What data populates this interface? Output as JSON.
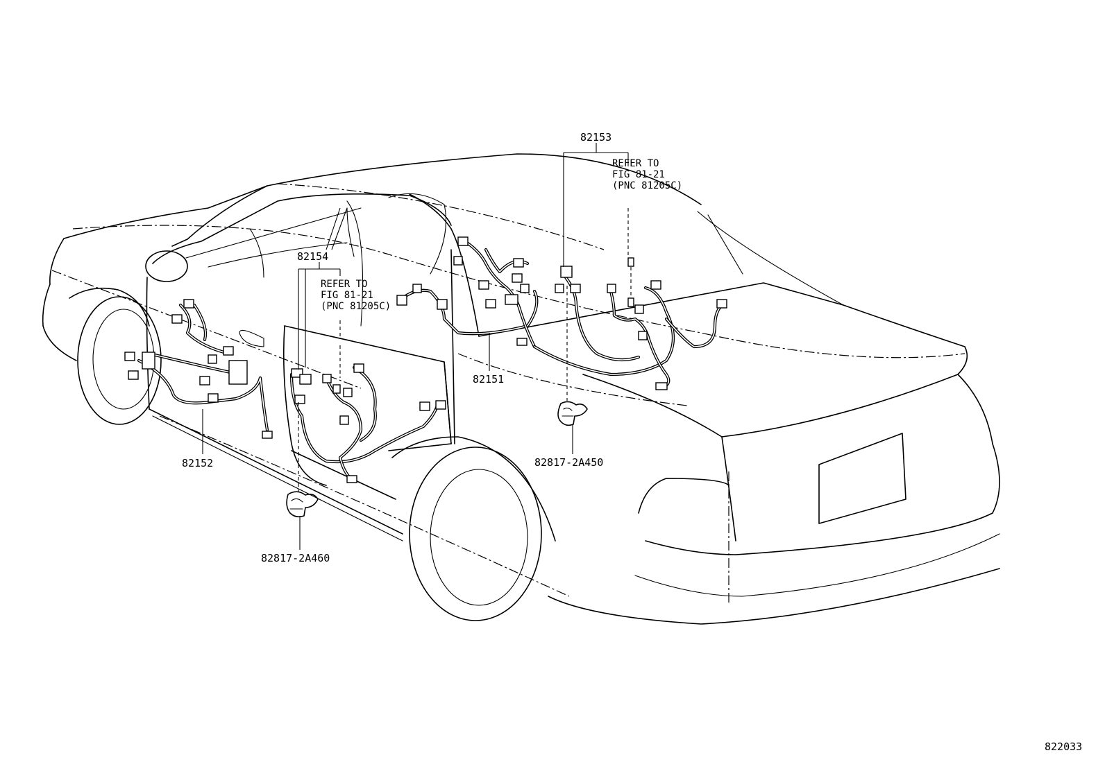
{
  "diagram": {
    "figure_number": "822033",
    "callouts": {
      "c82153": "82153",
      "c82154": "82154",
      "c82151": "82151",
      "c82152": "82152",
      "c82817_2A450": "82817-2A450",
      "c82817_2A460": "82817-2A460"
    },
    "refer_notes": {
      "right": {
        "line1": "REFER TO",
        "line2": "FIG 81-21",
        "line3": "(PNC 81205C)"
      },
      "left": {
        "line1": "REFER TO",
        "line2": "FIG 81-21",
        "line3": "(PNC 81205C)"
      }
    }
  }
}
